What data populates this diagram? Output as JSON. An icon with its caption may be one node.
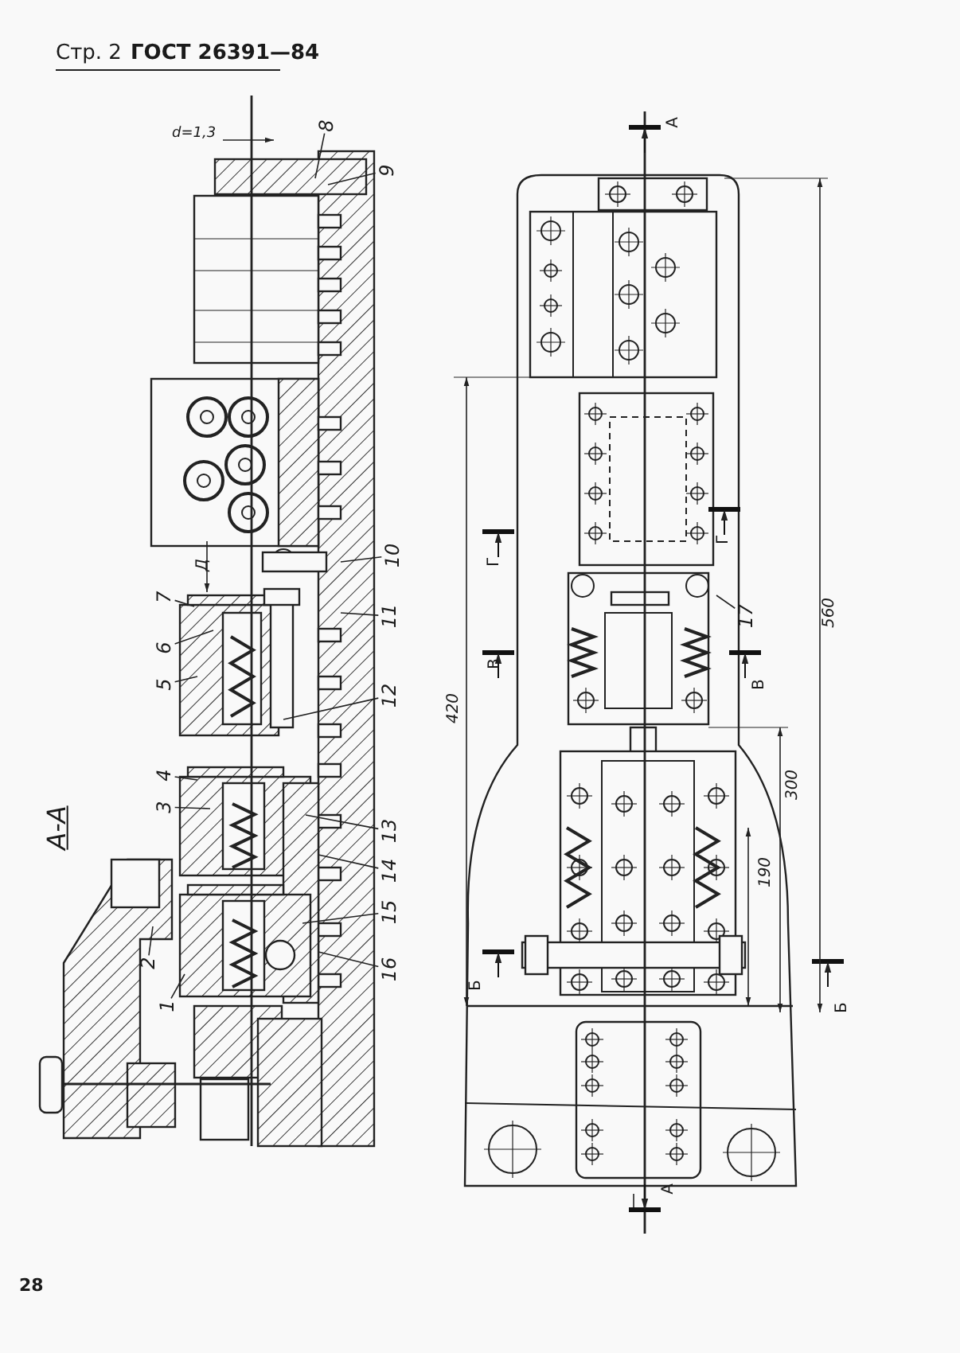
{
  "diagram": {
    "nodes": [
      {
        "text": [
          "1"
        ]
      },
      {
        "text": [
          "2"
        ]
      },
      {
        "text": [
          "3"
        ]
      },
      {
        "text": [
          "4"
        ]
      },
      {
        "text": [
          "5"
        ]
      },
      {
        "text": [
          "6"
        ]
      },
      {
        "text": [
          "7"
        ]
      },
      {
        "text": [
          "8"
        ]
      },
      {
        "text": [
          "9"
        ]
      },
      {
        "text": [
          "10"
        ]
      },
      {
        "text": [
          "11"
        ]
      },
      {
        "text": [
          "12"
        ]
      },
      {
        "text": [
          "13"
        ]
      },
      {
        "text": [
          "14"
        ]
      },
      {
        "text": [
          "15"
        ]
      },
      {
        "text": [
          "16"
        ]
      },
      {
        "text": [
          "17"
        ]
      }
    ],
    "edges": [
      {
        "from": 0,
        "to": null,
        "arrow": "none"
      },
      {
        "from": 1,
        "to": null,
        "arrow": "none"
      },
      {
        "from": 2,
        "to": null,
        "arrow": "none"
      },
      {
        "from": 3,
        "to": null,
        "arrow": "none"
      },
      {
        "from": 4,
        "to": null,
        "arrow": "none"
      },
      {
        "from": 5,
        "to": null,
        "arrow": "none"
      },
      {
        "from": 6,
        "to": null,
        "arrow": "none"
      },
      {
        "from": 7,
        "to": null,
        "arrow": "none"
      },
      {
        "from": 8,
        "to": null,
        "arrow": "none"
      },
      {
        "from": 9,
        "to": null,
        "arrow": "none"
      },
      {
        "from": 10,
        "to": null,
        "arrow": "none"
      },
      {
        "from": 11,
        "to": null,
        "arrow": "none"
      },
      {
        "from": 12,
        "to": null,
        "arrow": "none"
      },
      {
        "from": 13,
        "to": null,
        "arrow": "none"
      },
      {
        "from": 14,
        "to": null,
        "arrow": "none"
      },
      {
        "from": 15,
        "to": null,
        "arrow": "none"
      },
      {
        "from": 16,
        "to": null,
        "arrow": "none"
      }
    ],
    "labels": [
      "Стр. 2",
      "ГОСТ 26391—84",
      "d=1,3",
      "А-А",
      "Д",
      "А",
      "Г",
      "Г",
      "В",
      "В",
      "Б",
      "Б",
      "А",
      "420",
      "560",
      "300",
      "190",
      "28"
    ]
  }
}
